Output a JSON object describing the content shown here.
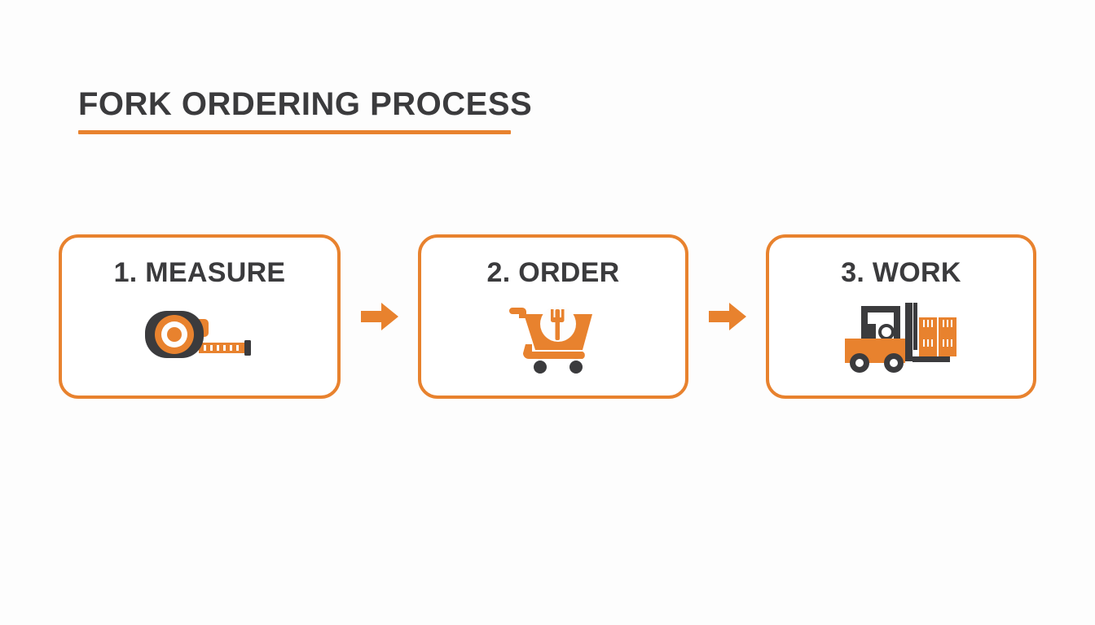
{
  "page": {
    "title": "FORK ORDERING PROCESS",
    "background_color": "#fdfdfd",
    "accent_color": "#e8822e",
    "text_color": "#3b3b3d"
  },
  "flow": {
    "arrow_icon_name": "right-arrow-icon",
    "arrow_color": "#e8822e",
    "steps": [
      {
        "label": "1. MEASURE",
        "number": "1",
        "name": "MEASURE",
        "icon": "tape-measure-icon"
      },
      {
        "label": "2. ORDER",
        "number": "2",
        "name": "ORDER",
        "icon": "shopping-cart-fork-icon"
      },
      {
        "label": "3. WORK",
        "number": "3",
        "name": "WORK",
        "icon": "forklift-icon"
      }
    ]
  }
}
